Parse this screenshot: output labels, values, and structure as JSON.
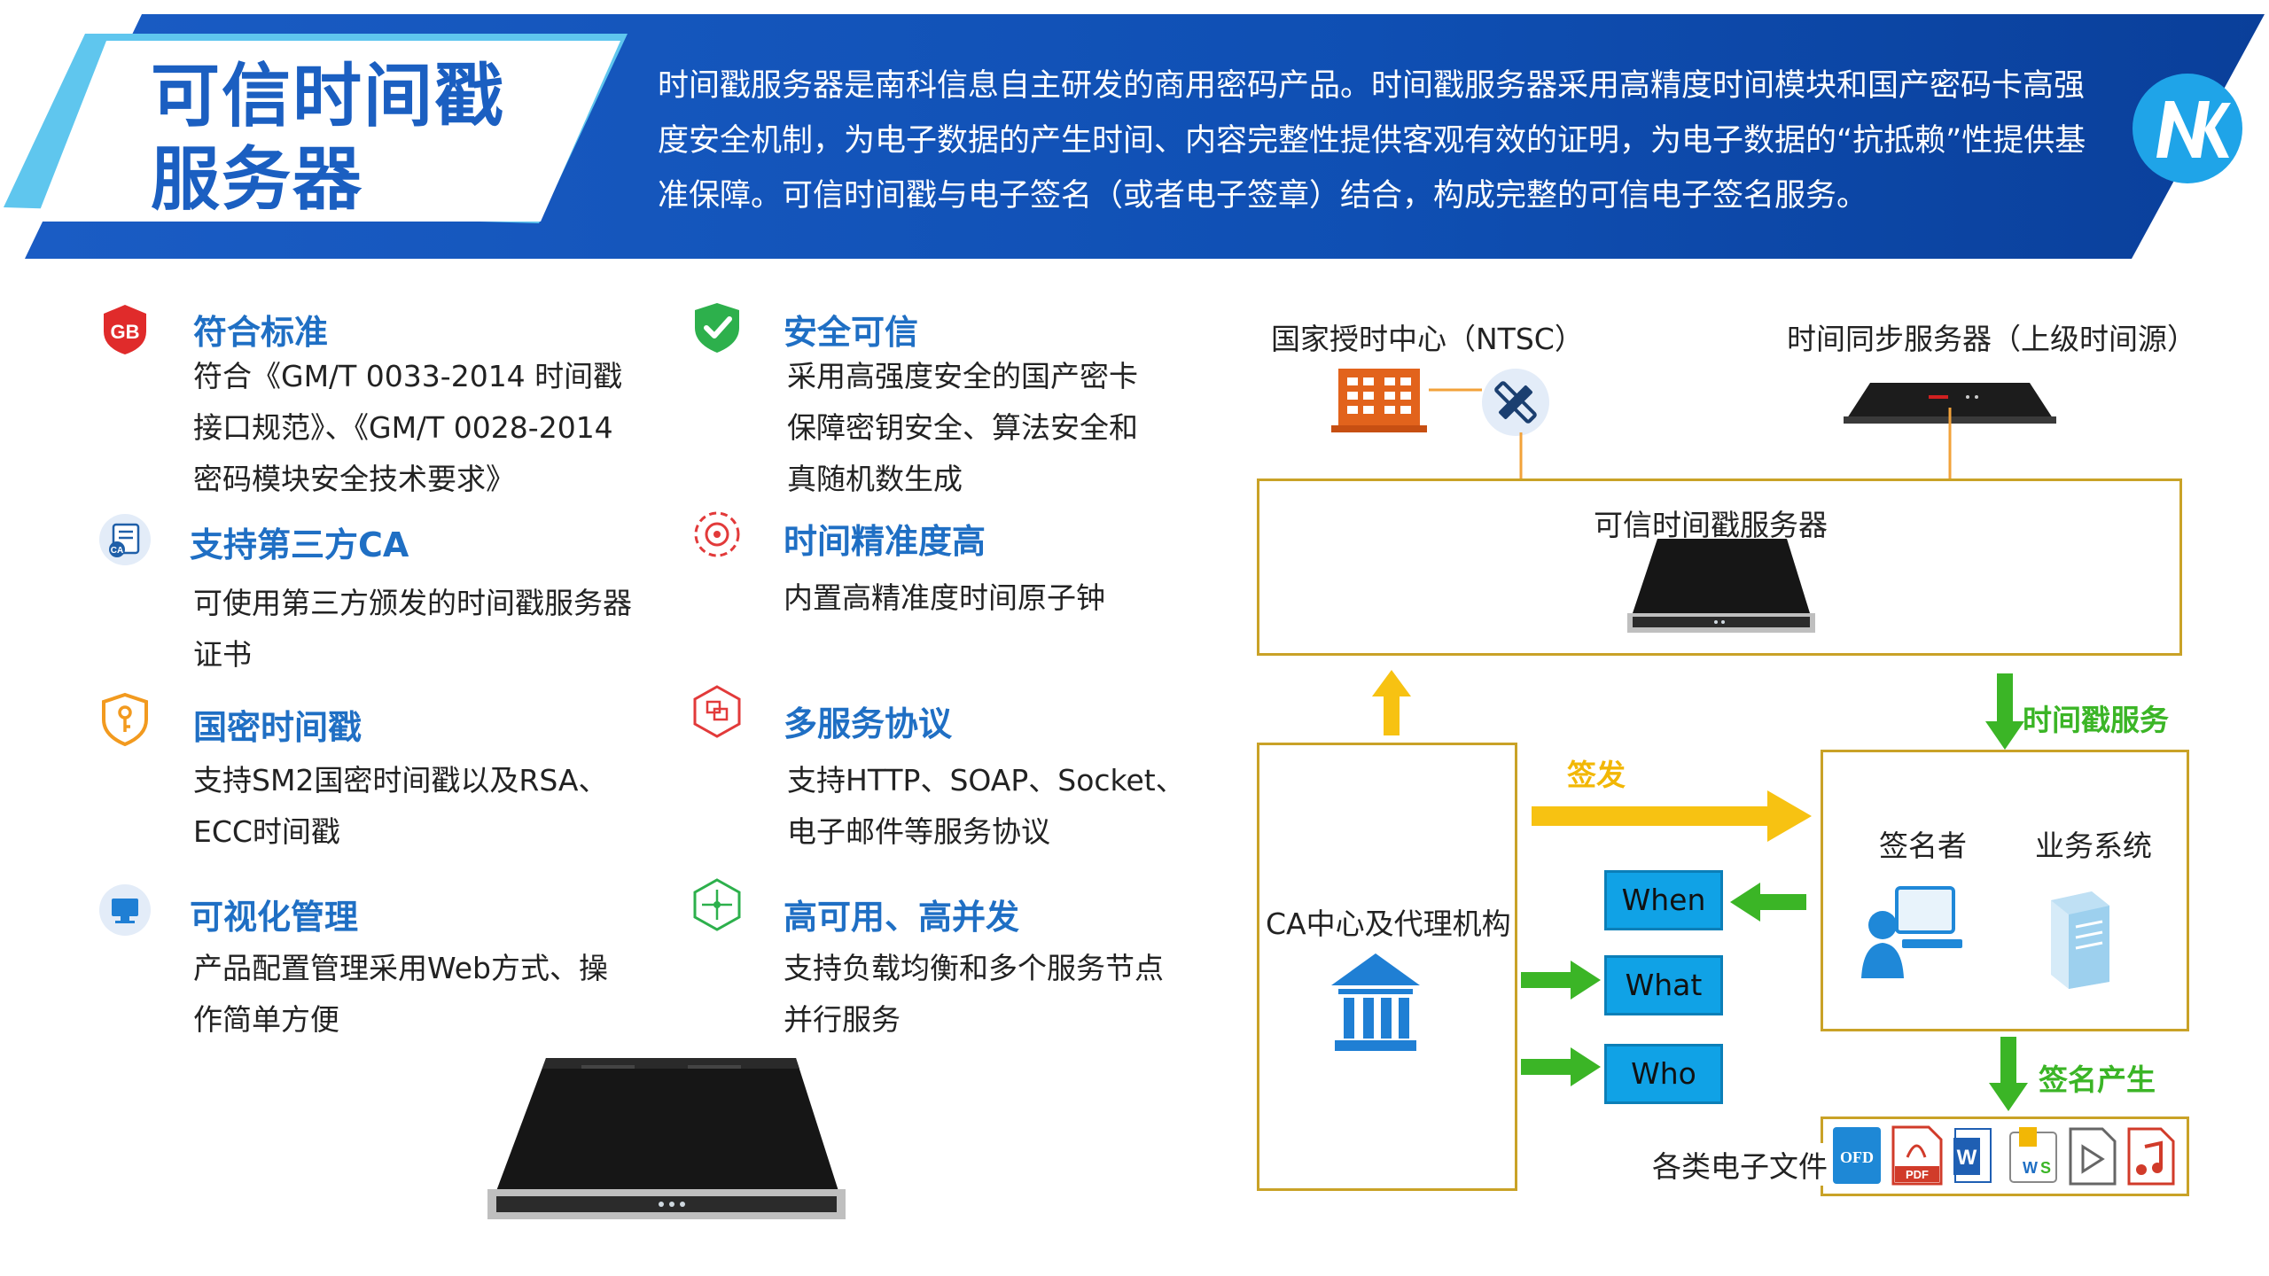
{
  "header": {
    "title_line1": "可信时间戳",
    "title_line2": "服务器",
    "description": "时间戳服务器是南科信息自主研发的商用密码产品。时间戳服务器采用高精度时间模块和国产密码卡高强度安全机制，为电子数据的产生时间、内容完整性提供客观有效的证明，为电子数据的“抗抵赖”性提供基准保障。可信时间戳与电子签名（或者电子签章）结合，构成完整的可信电子签名服务。",
    "logo_text": "NK"
  },
  "features": [
    {
      "icon": "gb-badge-icon",
      "title": "符合标准",
      "desc": "符合《GM/T 0033-2014 时间戳接口规范》、《GM/T 0028-2014密码模块安全技术要求》"
    },
    {
      "icon": "shield-check-icon",
      "title": "安全可信",
      "desc": "采用高强度安全的国产密卡保障密钥安全、算法安全和真随机数生成"
    },
    {
      "icon": "certificate-icon",
      "title": "支持第三方CA",
      "desc": "可使用第三方颁发的时间戳服务器证书"
    },
    {
      "icon": "precision-target-icon",
      "title": "时间精准度高",
      "desc": "内置高精准度时间原子钟"
    },
    {
      "icon": "key-shield-icon",
      "title": "国密时间戳",
      "desc": "支持SM2国密时间戳以及RSA、ECC时间戳"
    },
    {
      "icon": "protocol-icon",
      "title": "多服务协议",
      "desc": "支持HTTP、SOAP、Socket、电子邮件等服务协议"
    },
    {
      "icon": "monitor-icon",
      "title": "可视化管理",
      "desc": "产品配置管理采用Web方式、操作简单方便"
    },
    {
      "icon": "cluster-icon",
      "title": "高可用、高并发",
      "desc": "支持负载均衡和多个服务节点并行服务"
    }
  ],
  "diagram": {
    "ntsc_label": "国家授时中心（NTSC）",
    "sync_label": "时间同步服务器（上级时间源）",
    "server_label": "可信时间戳服务器",
    "ca_label": "CA中心及代理机构",
    "issue_label": "签发",
    "ts_service_label": "时间戳服务",
    "signer_label": "签名者",
    "business_label": "业务系统",
    "sign_produce_label": "签名产生",
    "docs_label": "各类电子文件",
    "when": "When",
    "what": "What",
    "who": "Who",
    "doc_icons": [
      "OFD",
      "PDF",
      "W",
      "WS",
      "video",
      "music"
    ]
  },
  "colors": {
    "primary_blue": "#1f6fc4",
    "header_blue": "#0d4ab0",
    "green": "#3bb526",
    "yellow": "#f2b705",
    "box_gold": "#c9a227",
    "button_blue": "#10a2e6"
  }
}
